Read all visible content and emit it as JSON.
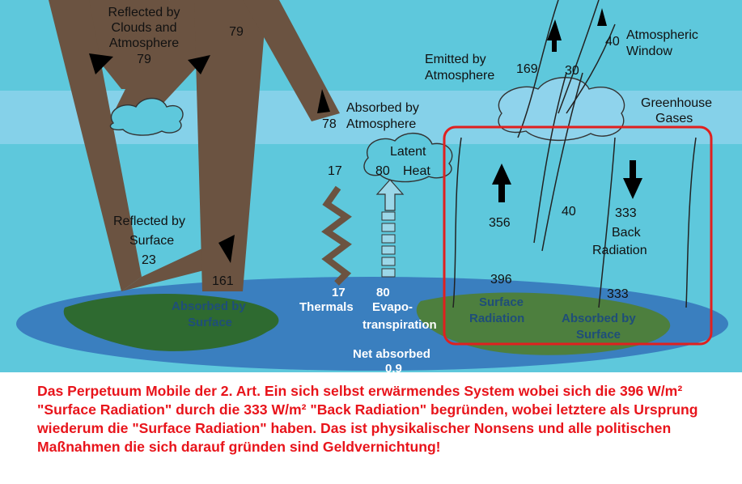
{
  "diagram": {
    "reflected_clouds": {
      "line1": "Reflected by",
      "line2": "Clouds and",
      "line3": "Atmosphere",
      "value": "79"
    },
    "left_flux_value": "79",
    "absorbed_atmosphere": {
      "line1": "Absorbed by",
      "line2": "Atmosphere",
      "value": "78"
    },
    "emitted_atmosphere": {
      "line1": "Emitted by",
      "line2": "Atmosphere",
      "value": "169"
    },
    "window_value": "30",
    "atmospheric_window": {
      "value": "40",
      "line1": "Atmospheric",
      "line2": "Window"
    },
    "greenhouse_gases": {
      "line1": "Greenhouse",
      "line2": "Gases"
    },
    "latent_heat": {
      "line1": "Latent",
      "value": "80",
      "line2": "Heat"
    },
    "thermals": {
      "top_value": "17",
      "value": "17",
      "label": "Thermals"
    },
    "evapotranspiration": {
      "value": "80",
      "line1": "Evapo-",
      "line2": "transpiration"
    },
    "reflected_surface": {
      "line1": "Reflected by",
      "line2": "Surface",
      "value": "23"
    },
    "absorbed_by_surface_left": {
      "value": "161",
      "line1": "Absorbed by",
      "line2": "Surface"
    },
    "net_absorbed": {
      "label": "Net absorbed",
      "value": "0.9"
    },
    "surface_radiation_up": "356",
    "window_40": "40",
    "back_radiation": {
      "value": "333",
      "line1": "Back",
      "line2": "Radiation"
    },
    "surface_radiation": {
      "value": "396",
      "line1": "Surface",
      "line2": "Radiation"
    },
    "absorbed_by_surface_right": {
      "value": "333",
      "line1": "Absorbed by",
      "line2": "Surface"
    }
  },
  "caption": "Das Perpetuum Mobile der 2. Art. Ein sich selbst erwärmendes System wobei sich die 396 W/m² \"Surface Radiation\" durch die 333 W/m² \"Back Radiation\" begründen, wobei letztere als Ursprung wiederum die \"Surface Radiation\" haben. Das ist physikalischer Nonsens und alle politischen Maßnahmen die sich darauf gründen sind Geldvernichtung!",
  "colors": {
    "sky": "#5ec8dc",
    "band": "#8fd3ec",
    "brown": "#6b5341",
    "highlight": "#e0201f",
    "caption": "#e8141b"
  }
}
